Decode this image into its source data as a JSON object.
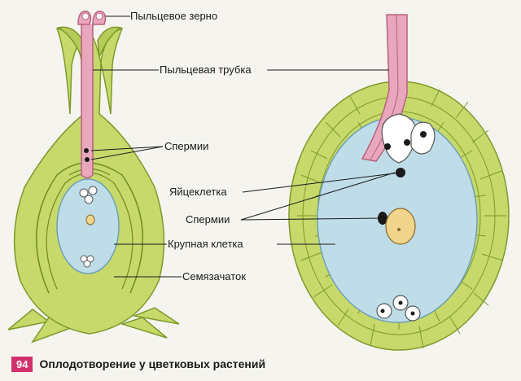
{
  "labels": {
    "pollen_grain": "Пыльцевое зерно",
    "pollen_tube": "Пыльцевая трубка",
    "sperm_left": "Спермии",
    "egg_cell": "Яйцеклетка",
    "sperm_right": "Спермии",
    "large_cell": "Крупная клетка",
    "ovule": "Семязачаток"
  },
  "caption": {
    "page_number": "94",
    "title": "Оплодотворение у цветковых растений"
  },
  "colors": {
    "pistil_green": "#c6d96a",
    "pistil_outline": "#7d9a2c",
    "tube_pink": "#e9a7bd",
    "embryo_sac_blue": "#bfdde8",
    "nucleus_yellow": "#f2d58c",
    "page_badge": "#d22f6d"
  },
  "icons": [
    "sperm-dot-icon",
    "nucleus-icon"
  ]
}
